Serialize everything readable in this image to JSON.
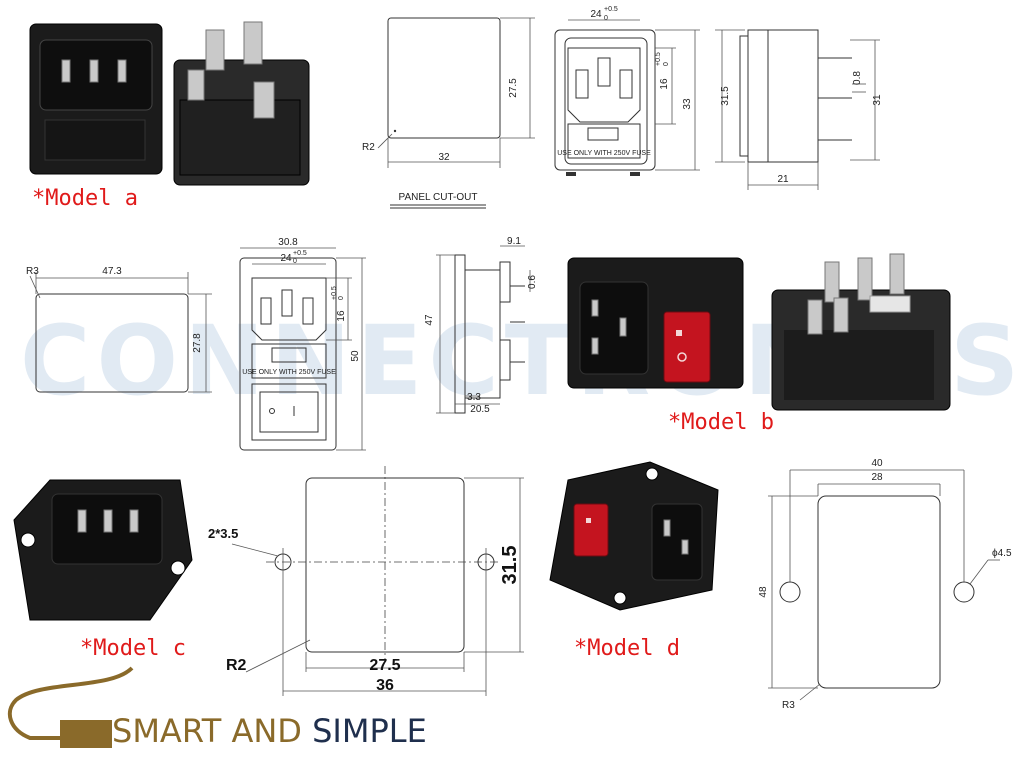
{
  "models": {
    "a": "*Model a",
    "b": "*Model b",
    "c": "*Model c",
    "d": "*Model d"
  },
  "watermark": "CONNECTRONICS",
  "brand": {
    "part1": "SMART AND",
    "part2": "SIMPLE"
  },
  "drawing_a": {
    "cutout_title": "PANEL CUT-OUT",
    "cutout_height": "27.5",
    "cutout_width": "32",
    "cutout_radius": "R2",
    "front_width": "24",
    "front_width_tol_upper": "+0.5",
    "front_width_tol_lower": "0",
    "inner_height": "16",
    "inner_height_tol_upper": "+0.5",
    "inner_height_tol_lower": "0",
    "front_height": "33",
    "fuse_text": "USE ONLY WITH 250V FUSE",
    "side_total_height": "31.5",
    "side_height": "31",
    "side_tab": "0.8",
    "side_depth": "21"
  },
  "drawing_b": {
    "cutout_width": "47.3",
    "cutout_height": "27.8",
    "cutout_radius": "R3",
    "front_outer_width": "30.8",
    "front_width": "24",
    "front_width_tol_upper": "+0.5",
    "front_width_tol_lower": "0",
    "inner_height": "16",
    "inner_height_tol_upper": "+0.5",
    "inner_height_tol_lower": "0",
    "front_height": "50",
    "fuse_text": "USE ONLY WITH 250V FUSE",
    "side_top": "9.1",
    "side_tab": "0.6",
    "side_height": "47",
    "side_small": "3.3",
    "side_depth": "20.5"
  },
  "drawing_c": {
    "holes": "2*3.5",
    "height": "31.5",
    "inner_width": "27.5",
    "outer_width": "36",
    "radius": "R2"
  },
  "drawing_d": {
    "outer_width": "40",
    "inner_width": "28",
    "height": "48",
    "hole_dia": "ϕ4.5",
    "radius": "R3"
  },
  "colors": {
    "label_red": "#e01a1a",
    "rocker_red": "#c4141f",
    "housing": "#1b1b1b",
    "brand_gold": "#8a6a2a",
    "brand_navy": "#1f2f4d"
  }
}
